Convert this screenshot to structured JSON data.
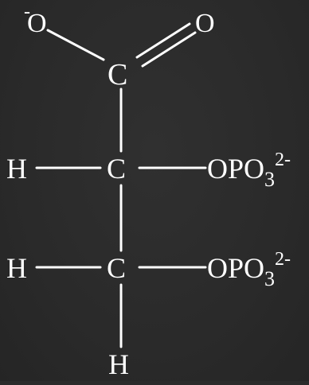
{
  "molecule": {
    "top_left_oxygen": {
      "charge": "-",
      "symbol": "O"
    },
    "top_right_oxygen": {
      "symbol": "O"
    },
    "carboxyl_carbon": {
      "symbol": "C"
    },
    "upper_carbon": {
      "symbol": "C"
    },
    "lower_carbon": {
      "symbol": "C"
    },
    "upper_left_hydrogen": {
      "symbol": "H"
    },
    "lower_left_hydrogen": {
      "symbol": "H"
    },
    "bottom_hydrogen": {
      "symbol": "H"
    },
    "upper_phosphate": {
      "prefix": "OPO",
      "subscript": "3",
      "charge": "2-"
    },
    "lower_phosphate": {
      "prefix": "OPO",
      "subscript": "3",
      "charge": "2-"
    }
  },
  "colors": {
    "background": "#2b2b2b",
    "foreground": "#ffffff"
  }
}
